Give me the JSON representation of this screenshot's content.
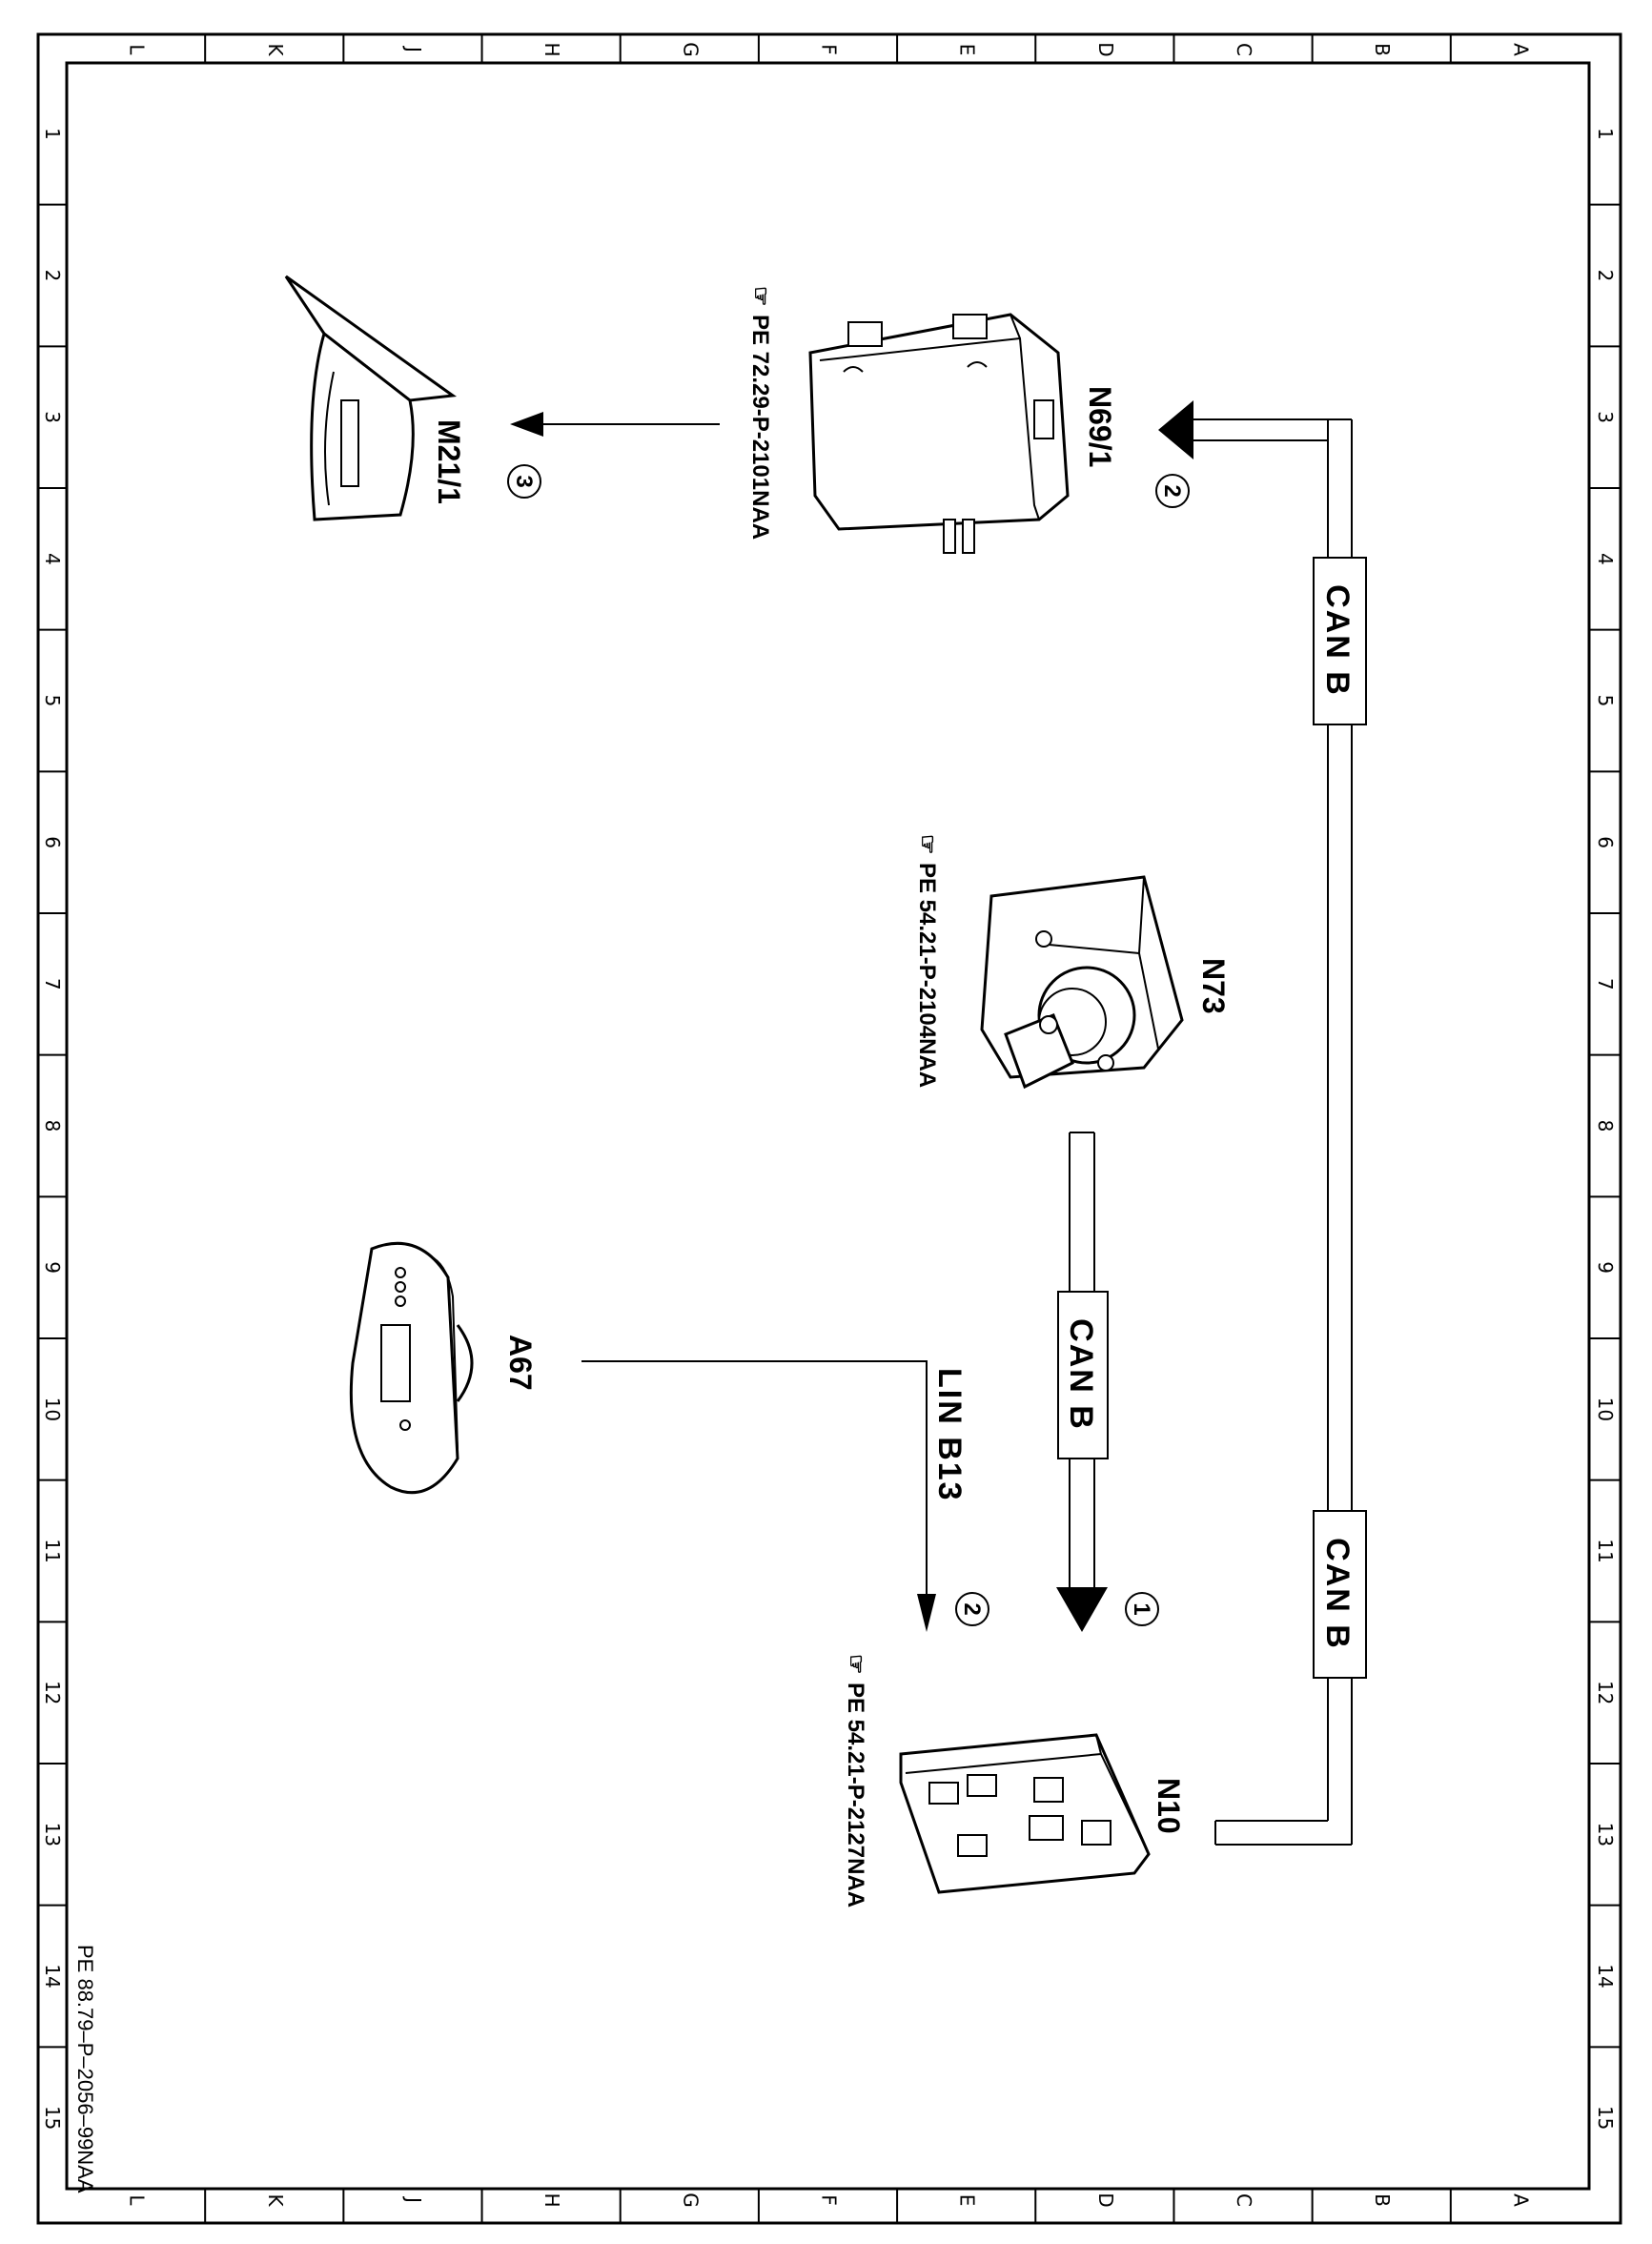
{
  "frame": {
    "columns": [
      "L",
      "K",
      "J",
      "H",
      "G",
      "F",
      "E",
      "D",
      "C",
      "B",
      "A"
    ],
    "rows": [
      "1",
      "2",
      "3",
      "4",
      "5",
      "6",
      "7",
      "8",
      "9",
      "10",
      "11",
      "12",
      "13",
      "14",
      "15"
    ]
  },
  "components": {
    "n69_1": {
      "label": "N69/1",
      "ref": "PE  72.29-P-2101NAA"
    },
    "n73": {
      "label": "N73",
      "ref": "PE  54.21-P-2104NAA"
    },
    "n10": {
      "label": "N10",
      "ref": "PE  54.21-P-2127NAA"
    },
    "m21_1": {
      "label": "M21/1"
    },
    "a67": {
      "label": "A67"
    }
  },
  "buses": {
    "can_b_upper": "CAN B",
    "can_b_lower": "CAN B",
    "can_b_middle": "CAN B",
    "lin_b13": "LIN B13"
  },
  "steps": {
    "to_n69": "2",
    "to_m21": "3",
    "can_to_n10": "1",
    "lin_to_n10": "2"
  },
  "doc_id": "PE 88.79–P–2056–99NAA"
}
